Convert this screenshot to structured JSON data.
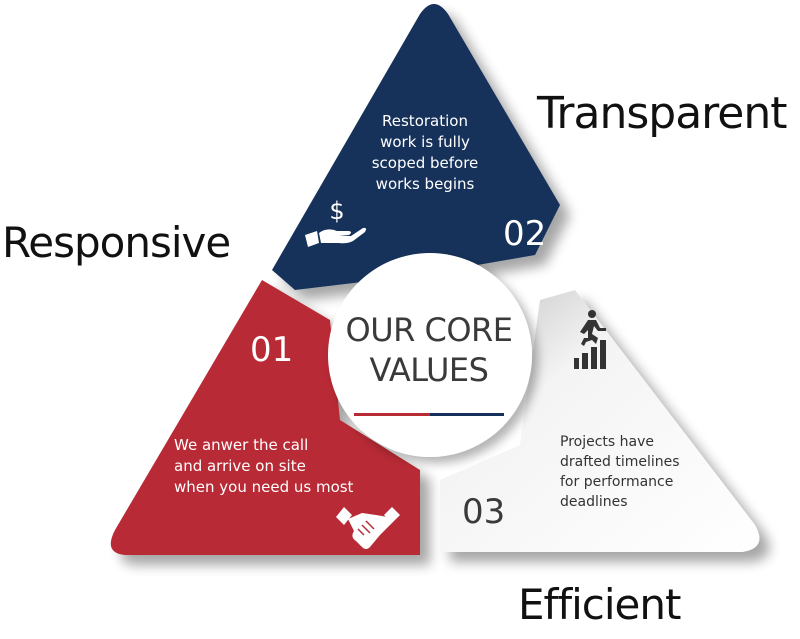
{
  "title": {
    "line1": "OUR CORE",
    "line2": "VALUES"
  },
  "values": [
    {
      "number": "01",
      "label": "Responsive",
      "description": [
        "We anwer the call",
        "and arrive on site",
        "when you need us most"
      ],
      "icon": "handshake-icon",
      "color": "#b82b35"
    },
    {
      "number": "02",
      "label": "Transparent",
      "description": [
        "Restoration",
        "work is fully",
        "scoped before",
        "works begins"
      ],
      "icon": "dollar-hand-icon",
      "color": "#15305a"
    },
    {
      "number": "03",
      "label": "Efficient",
      "description": [
        "Projects have",
        "drafted timelines",
        "for performance",
        "deadlines"
      ],
      "icon": "runner-growth-chart-icon",
      "color": "#f2f2f2"
    }
  ],
  "colors": {
    "red": "#b82b35",
    "navy": "#15305a",
    "light": "#f2f2f2",
    "text_dark": "#3a3a3a"
  }
}
